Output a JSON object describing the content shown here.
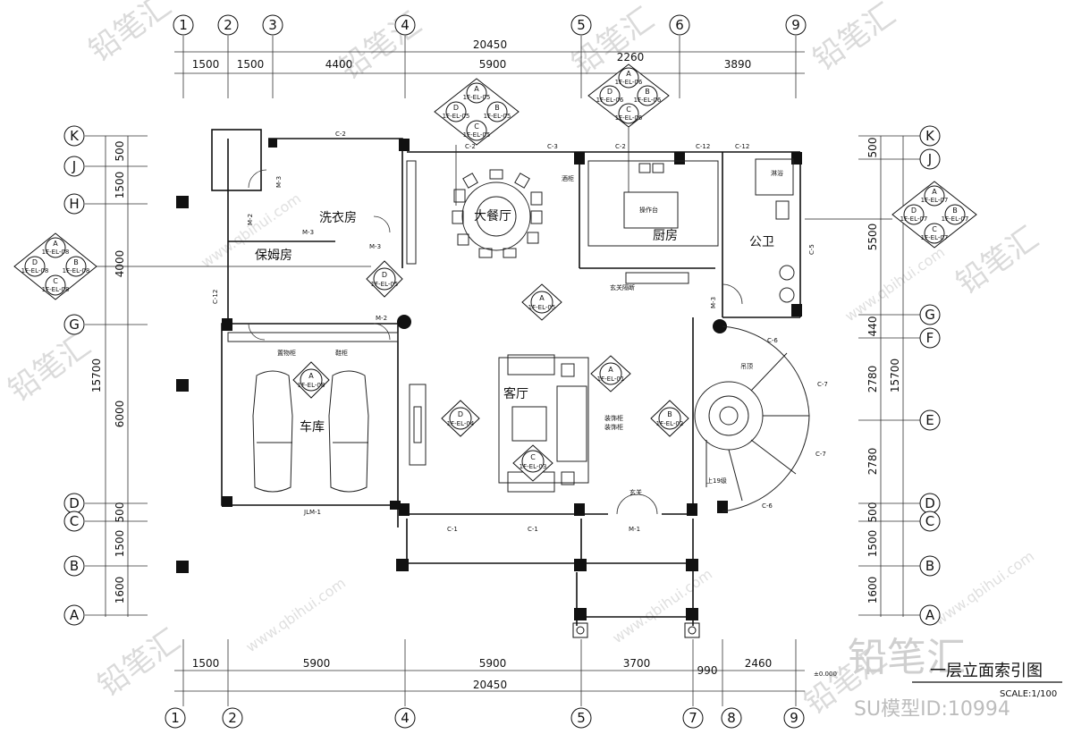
{
  "grid_top": [
    "1",
    "2",
    "3",
    "4",
    "5",
    "6",
    "9"
  ],
  "grid_bottom": [
    "1",
    "2",
    "4",
    "5",
    "7",
    "8",
    "9"
  ],
  "grid_rows_left": [
    "K",
    "J",
    "H",
    "G",
    "D",
    "C",
    "B",
    "A"
  ],
  "grid_rows_right": [
    "K",
    "J",
    "G",
    "F",
    "E",
    "D",
    "C",
    "B",
    "A"
  ],
  "dims_top_total": "20450",
  "dims_top": [
    "1500",
    "1500",
    "4400",
    "5900",
    "2260",
    "3890"
  ],
  "dims_bottom": [
    "1500",
    "5900",
    "5900",
    "3700",
    "990",
    "2460"
  ],
  "dims_bottom_total": "20450",
  "dims_left_outer": [
    "1500",
    "4000",
    "6000",
    "1500",
    "1600"
  ],
  "dims_left_outer_small": [
    "500",
    "500"
  ],
  "dims_left_total": "15700",
  "dims_right": [
    "500",
    "5500",
    "2780",
    "2780",
    "500",
    "1500",
    "1600"
  ],
  "dims_right_small": "440",
  "dims_right_total": "15700",
  "rooms": {
    "laundry": "洗衣房",
    "maid": "保姆房",
    "dining": "大餐厅",
    "kitchen": "厨房",
    "wc": "公卫",
    "living": "客厅",
    "garage": "车库",
    "entry": "玄关",
    "worktop": "操作台",
    "cabinet": "酒柜",
    "shoe": "鞋柜",
    "storage": "置物柜",
    "shower": "淋浴",
    "tv": "装饰柜",
    "entry_cab": "玄关隔断",
    "stairs": "上19级",
    "deco": "装饰柜",
    "upper": "吊顶"
  },
  "labels_small": {
    "c2a": "C-2",
    "c2b": "C-2",
    "c3": "C-3",
    "c2c": "C-2",
    "c12a": "C-12",
    "c12b": "C-12",
    "c12c": "C-12",
    "c5": "C-5",
    "c6a": "C-6",
    "c6b": "C-6",
    "c7a": "C-7",
    "c7b": "C-7",
    "m3a": "M-3",
    "m3b": "M-3",
    "m3c": "M-3",
    "m3d": "M-3",
    "m2a": "M-2",
    "m2b": "M-2",
    "c1a": "C-1",
    "c1b": "C-1",
    "m1": "M-1",
    "jlm1": "JLM-1",
    "elev": "±0.000"
  },
  "elev_tags": {
    "t5": {
      "letters": [
        "A",
        "D",
        "B",
        "C"
      ],
      "codes": [
        "1F-EL-05",
        "1F-EL-05",
        "1F-EL-05",
        "1F-EL-05"
      ]
    },
    "t6": {
      "letters": [
        "A",
        "D",
        "B",
        "C"
      ],
      "codes": [
        "1F-EL-06",
        "1F-EL-06",
        "1F-EL-06",
        "1F-EL-06"
      ]
    },
    "t7": {
      "letters": [
        "A",
        "D",
        "B",
        "C"
      ],
      "codes": [
        "1F-EL-07",
        "1F-EL-07",
        "1F-EL-07",
        "1F-EL-07"
      ]
    },
    "t8": {
      "letters": [
        "A",
        "D",
        "B",
        "C"
      ],
      "codes": [
        "1F-EL-08",
        "1F-EL-08",
        "1F-EL-08",
        "1F-EL-08"
      ]
    }
  },
  "single_tags": [
    {
      "letter": "A",
      "code": "1F-EL-05"
    },
    {
      "letter": "D",
      "code": "1F-EL-05"
    },
    {
      "letter": "A",
      "code": "1F-EL-01"
    },
    {
      "letter": "D",
      "code": "1F-EL-04"
    },
    {
      "letter": "B",
      "code": "1F-EL-02"
    },
    {
      "letter": "C",
      "code": "1F-EL-03"
    },
    {
      "letter": "A",
      "code": "1F-EL-08"
    }
  ],
  "title_block": {
    "title": "一层立面索引图",
    "scale": "SCALE:1/100",
    "model_id": "SU模型ID:10994",
    "logo": "铅笔汇"
  },
  "watermarks": {
    "brand": "铅笔汇",
    "site": "www.qbihui.com"
  }
}
